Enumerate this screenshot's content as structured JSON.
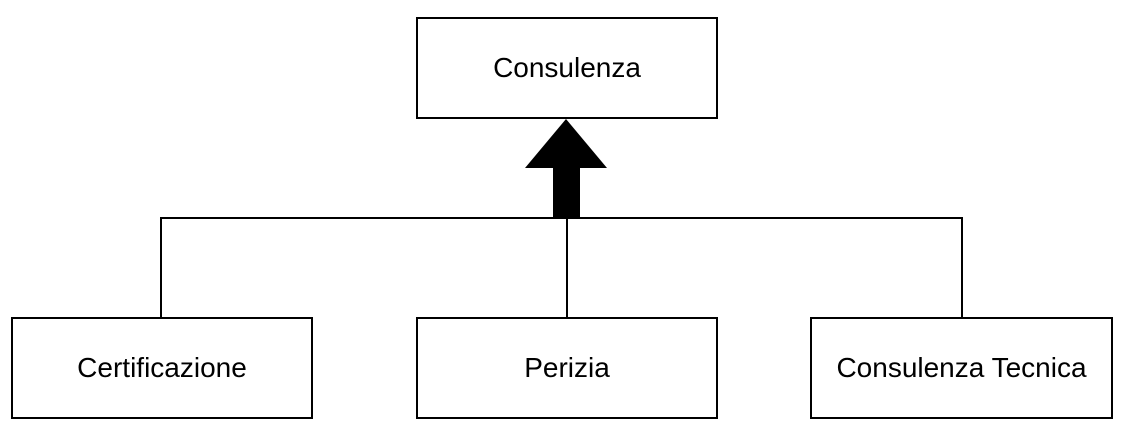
{
  "diagram": {
    "parent": {
      "label": "Consulenza"
    },
    "children": [
      {
        "label": "Certificazione"
      },
      {
        "label": "Perizia"
      },
      {
        "label": "Consulenza Tecnica"
      }
    ],
    "relation": "generalization",
    "colors": {
      "stroke": "#000000",
      "fill": "#ffffff",
      "text": "#000000"
    }
  }
}
